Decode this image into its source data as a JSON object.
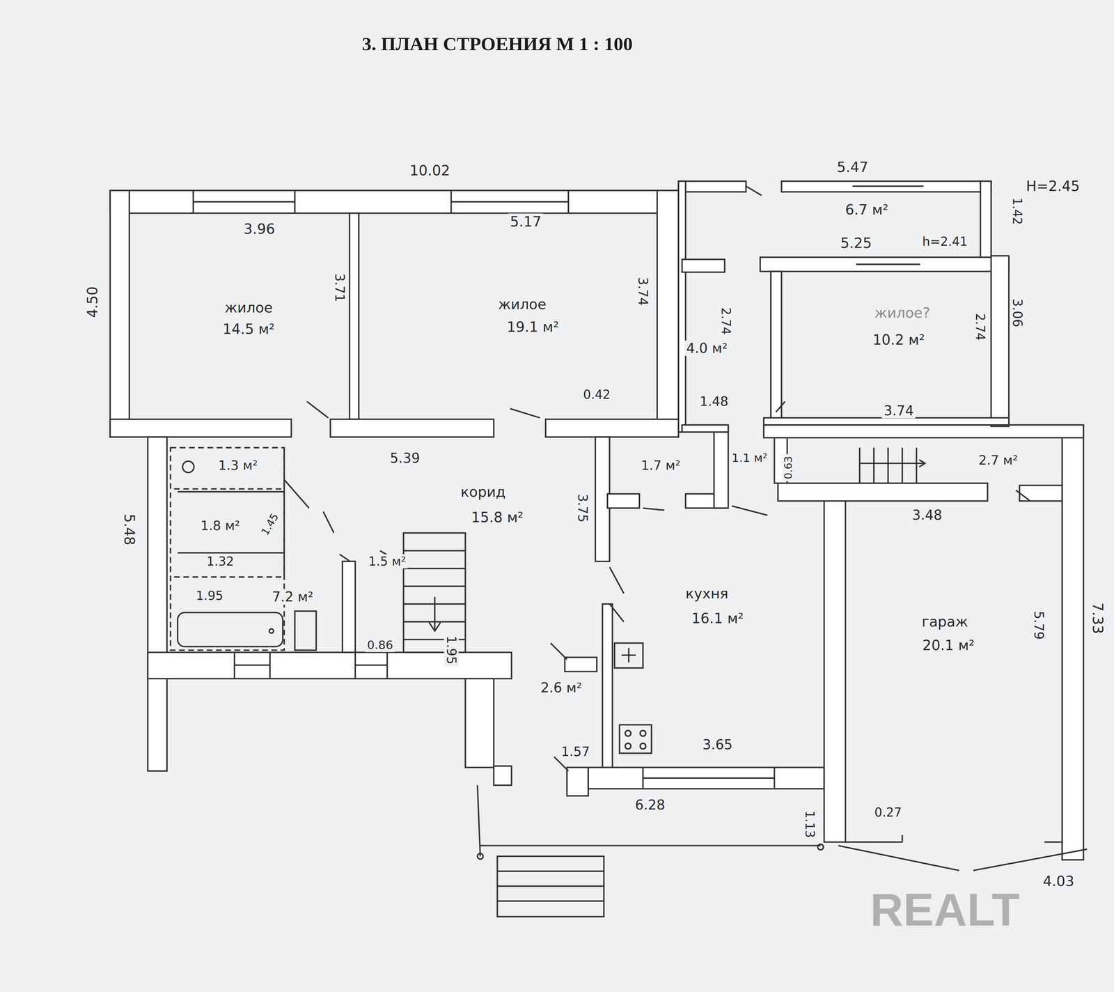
{
  "diagram": {
    "title": "3. ПЛАН СТРОЕНИЯ М 1 : 100",
    "labels": [
      "10.02",
      "5.47",
      "Н=2.45",
      "1.42",
      "6.7 м²",
      "3.96",
      "5.17",
      "5.25",
      "h=2.41",
      "4.50",
      "3.71",
      "жилое",
      "14.5 м²",
      "жилое",
      "19.1 м²",
      "3.74",
      "4.0 м²",
      "2.74",
      "жилое?",
      "10.2 м²",
      "2.74",
      "3.06",
      "0.42",
      "1.48",
      "3.74",
      "5.39",
      "1.7 м²",
      "1.1 м²",
      "0.63",
      "2.7 м²",
      "1.3 м²",
      "1.8 м²",
      "1.45",
      "корид",
      "15.8 м²",
      "3.75",
      "3.48",
      "1.32",
      "1.95",
      "7.2 м²",
      "1.5 м²",
      "кухня",
      "16.1 м²",
      "гараж",
      "20.1 м²",
      "5.79",
      "7.33",
      "0.86",
      "5.48",
      "1.95",
      "2.6 м²",
      "1.57",
      "3.65",
      "6.28",
      "1.13",
      "0.27",
      "4.03",
      "REALT"
    ]
  }
}
